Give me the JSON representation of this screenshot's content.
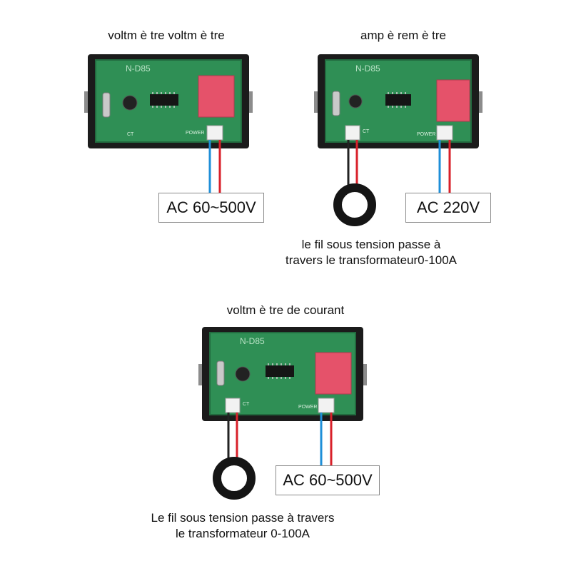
{
  "panels": [
    {
      "title": "voltm è tre voltm è tre",
      "board_model": "N-D85",
      "ct_label": "CT",
      "power_label": "POWER",
      "voltage_label": "AC 60~500V"
    },
    {
      "title": "amp è rem è tre",
      "board_model": "N-D85",
      "ct_label": "CT",
      "power_label": "POWER",
      "voltage_label": "AC 220V",
      "note_line1": "le fil sous tension passe  à",
      "note_line2": "travers le transformateur0-100A"
    },
    {
      "title": "voltm è tre de courant",
      "board_model": "N-D85",
      "ct_label": "CT",
      "power_label": "POWER",
      "voltage_label": "AC 60~500V",
      "note_line1": "Le fil sous tension passe  à  travers",
      "note_line2": "le transformateur 0-100A"
    }
  ],
  "colors": {
    "frame": "#1b1b1b",
    "pcb": "#2f8f55",
    "relay": "#e5526a",
    "wire_live": "#d8202a",
    "wire_neutral": "#1f8fd8",
    "wire_ct": "#222222"
  }
}
